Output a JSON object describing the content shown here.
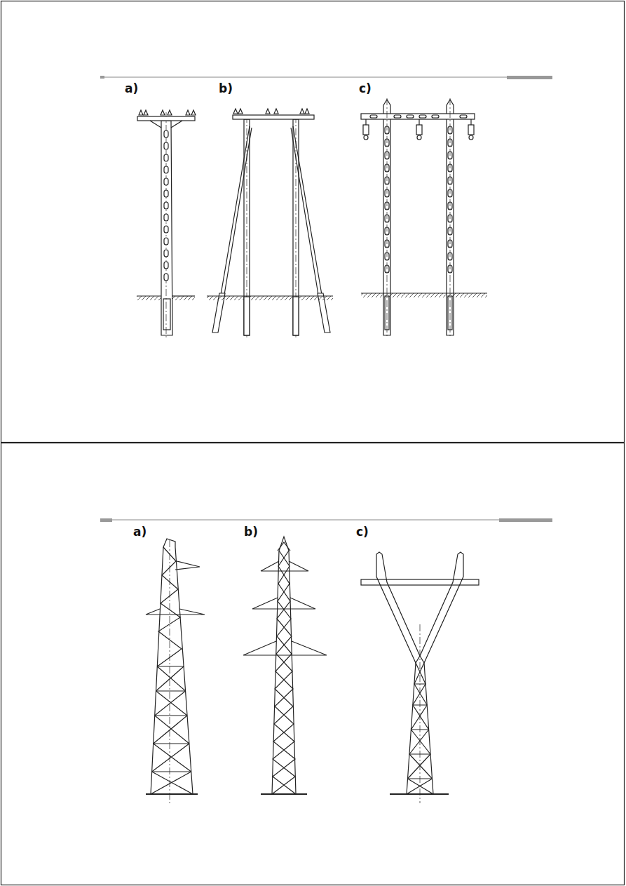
{
  "diagram": {
    "labels": [
      "a)",
      "b)",
      "c)",
      "a)",
      "b)",
      "c)"
    ]
  }
}
